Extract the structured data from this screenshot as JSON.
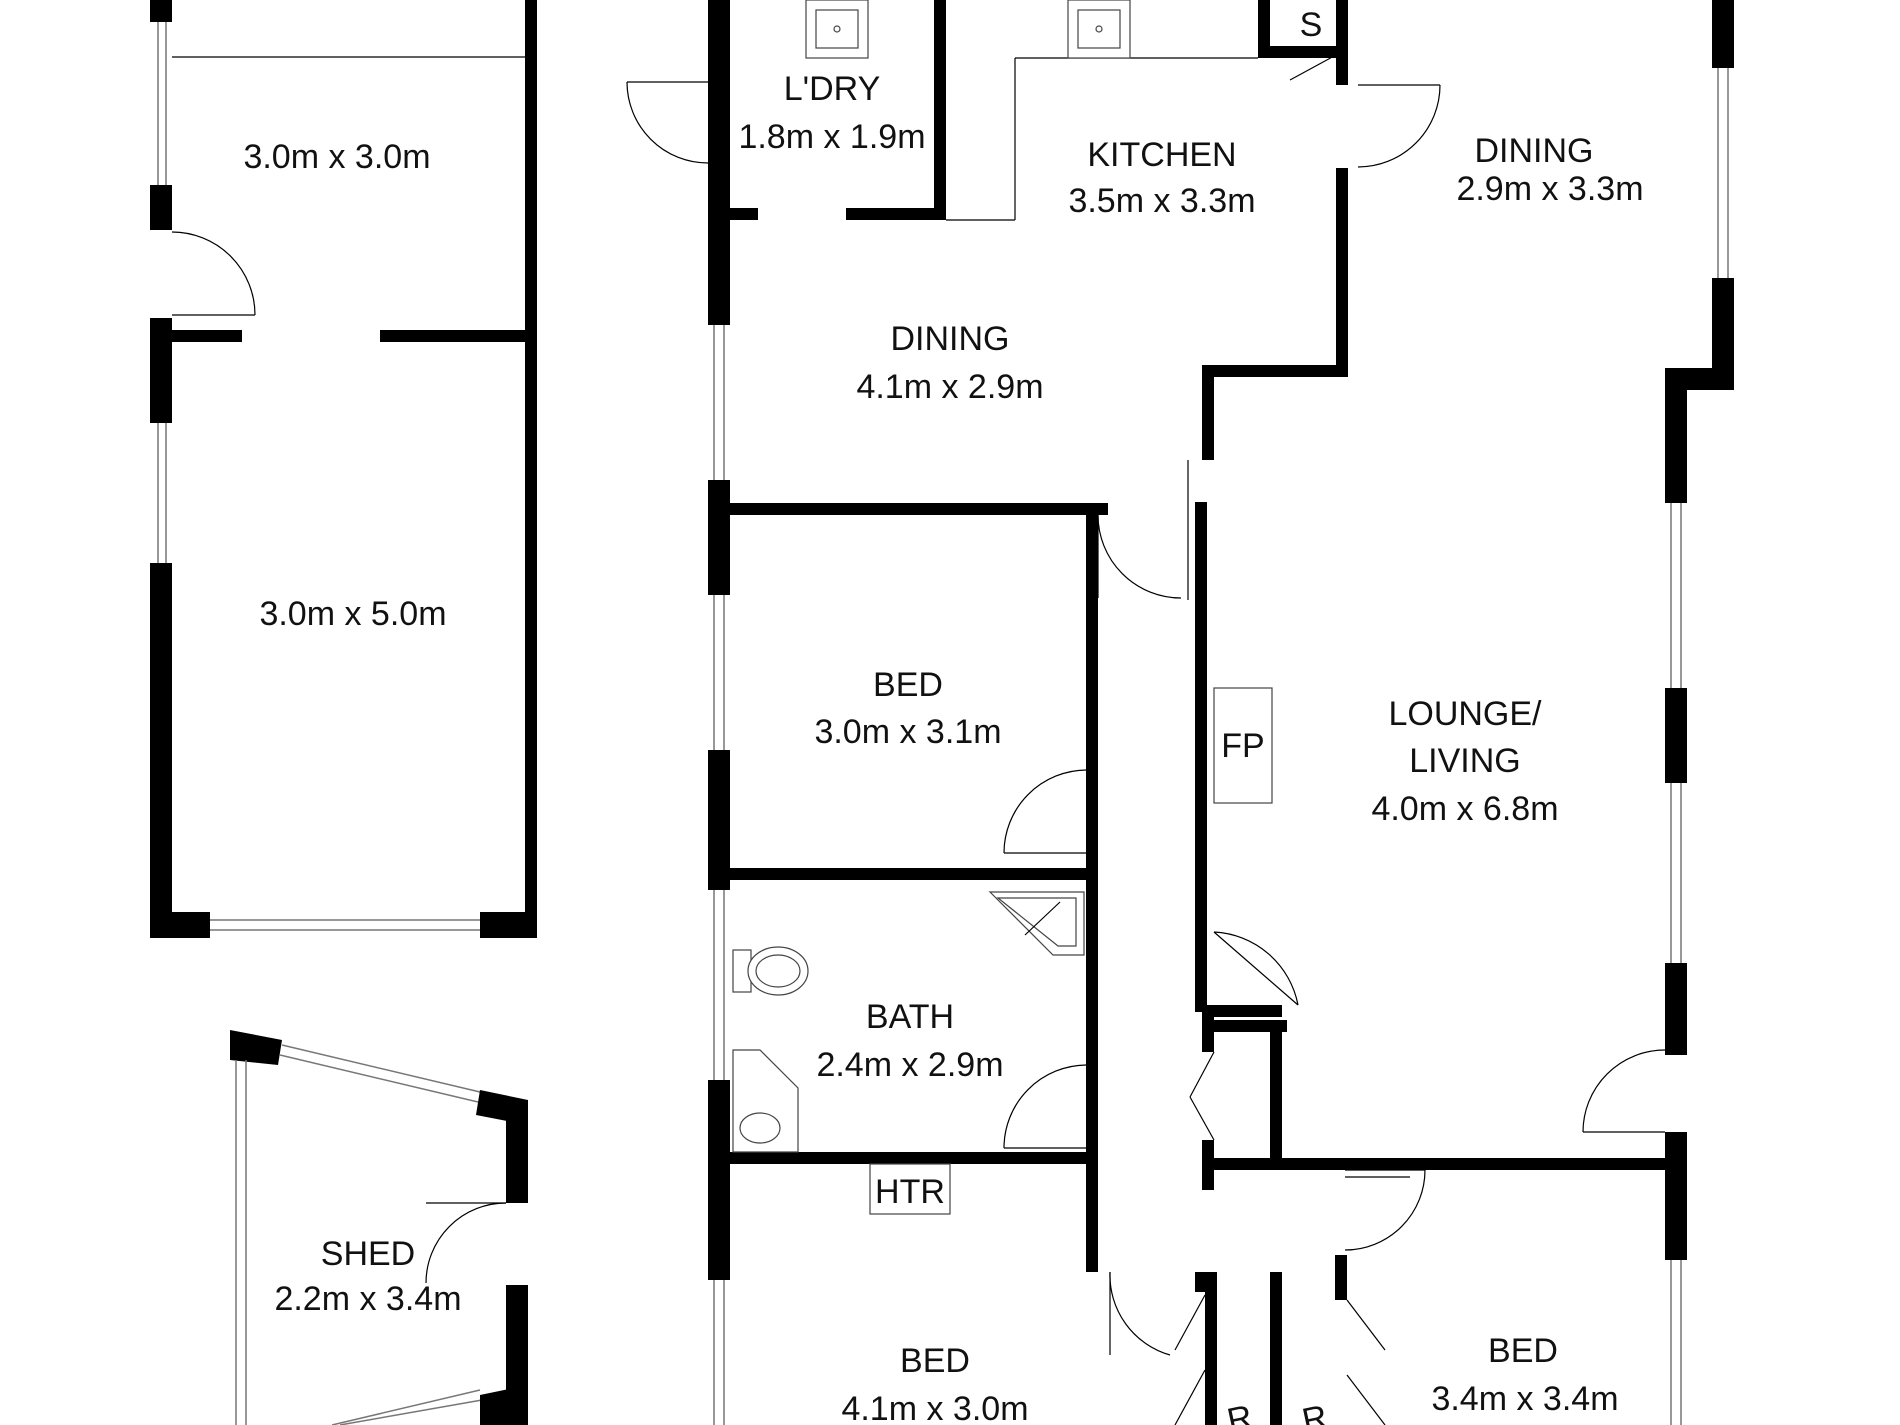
{
  "rooms": {
    "carport_front": {
      "dims": "3.0m x 3.0m"
    },
    "carport_rear": {
      "dims": "3.0m x 5.0m"
    },
    "laundry": {
      "name": "L'DRY",
      "dims": "1.8m x 1.9m"
    },
    "kitchen": {
      "name": "KITCHEN",
      "dims": "3.5m x 3.3m"
    },
    "dining_right": {
      "name": "DINING",
      "dims": "2.9m x 3.3m"
    },
    "dining_main": {
      "name": "DINING",
      "dims": "4.1m x 2.9m"
    },
    "bed1": {
      "name": "BED",
      "dims": "3.0m x 3.1m"
    },
    "lounge": {
      "name1": "LOUNGE/",
      "name2": "LIVING",
      "dims": "4.0m x 6.8m"
    },
    "bath": {
      "name": "BATH",
      "dims": "2.4m x 2.9m"
    },
    "bed2": {
      "name": "BED",
      "dims": "4.1m x 3.0m"
    },
    "bed3": {
      "name": "BED",
      "dims": "3.4m x 3.4m"
    },
    "shed": {
      "name": "SHED",
      "dims": "2.2m x 3.4m"
    }
  },
  "fixtures": {
    "pantry": "S",
    "fireplace": "FP",
    "heater": "HTR",
    "robe_left": "R",
    "robe_right": "R"
  }
}
